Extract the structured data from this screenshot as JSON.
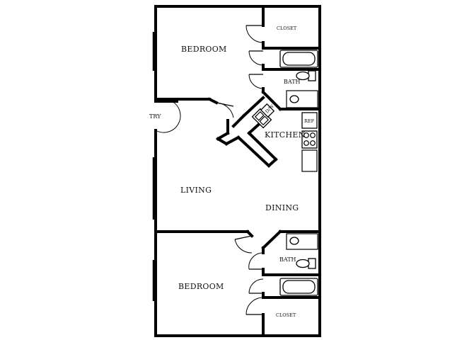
{
  "rooms": {
    "bedroom_top": "BEDROOM",
    "closet_top": "CLOSET",
    "bath_top": "BATH",
    "kitchen": "KITCHEN",
    "ref": "REF",
    "dw": "D/W",
    "entry": "TRY",
    "living": "LIVING",
    "dining": "DINING",
    "bath_bottom": "BATH",
    "bedroom_bottom": "BEDROOM",
    "closet_bottom": "CLOSET"
  }
}
